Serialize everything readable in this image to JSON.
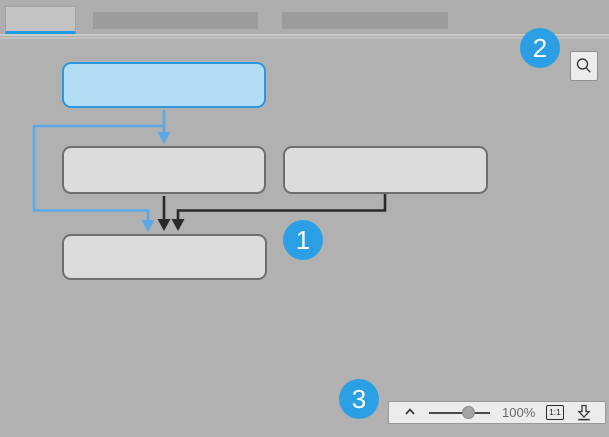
{
  "colors": {
    "bg": "#b1b1b1",
    "tabbar-bg": "#aeaeae",
    "tab-active-fill": "#c3c3c3",
    "tab-inactive-fill": "#9c9c9c",
    "tab-active-underline": "#1f9ce2",
    "separator": "#cbcbcb",
    "node-selected-fill": "#b3ddf4",
    "node-selected-border": "#2e96dc",
    "node-fill": "#dcdcdc",
    "node-border": "#6e6e6e",
    "edge-blue": "#5da9e8",
    "edge-black": "#2a2a2a",
    "badge": "#2b9fe3",
    "panel-fill": "#ececec",
    "panel-border": "#999999",
    "icon": "#3a3a3a",
    "muted-text": "#6a6a6a"
  },
  "tabs": [
    {
      "id": "tab-1",
      "label": "",
      "active": true
    },
    {
      "id": "tab-2",
      "label": "",
      "active": false
    },
    {
      "id": "tab-3",
      "label": "",
      "active": false
    }
  ],
  "annotations": {
    "markers": [
      "1",
      "2",
      "3"
    ]
  },
  "diagram": {
    "nodes": [
      {
        "id": "node-top",
        "label": "",
        "selected": true
      },
      {
        "id": "node-left",
        "label": "",
        "selected": false
      },
      {
        "id": "node-right",
        "label": "",
        "selected": false
      },
      {
        "id": "node-bottom",
        "label": "",
        "selected": false
      }
    ],
    "edges": [
      {
        "from": "node-top",
        "to": "node-left",
        "color": "blue",
        "style": "arrow"
      },
      {
        "from": "node-top",
        "to": "node-bottom",
        "color": "blue",
        "style": "elbow-arrow"
      },
      {
        "from": "node-left",
        "to": "node-bottom",
        "color": "black",
        "style": "arrow"
      },
      {
        "from": "node-right",
        "to": "node-bottom",
        "color": "black",
        "style": "elbow-arrow"
      }
    ]
  },
  "toolbar": {
    "zoom_level": "100%",
    "actual_size_label": "1:1",
    "icons": [
      "chevron-up",
      "zoom-slider",
      "actual-size",
      "download"
    ]
  }
}
